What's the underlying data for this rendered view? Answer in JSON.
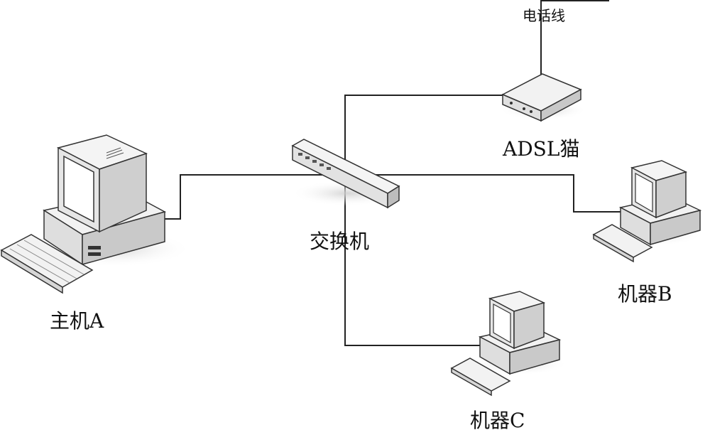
{
  "labels": {
    "phone_line": "电话线",
    "adsl_modem": "ADSL猫",
    "switch": "交换机",
    "host_a": "主机A",
    "machine_b": "机器B",
    "machine_c": "机器C"
  },
  "colors": {
    "line": "#222222",
    "device_light": "#f4f4f4",
    "device_shade": "#d6d6d6",
    "device_dark": "#9a9a9a",
    "shadow": "#e6e6e6"
  }
}
